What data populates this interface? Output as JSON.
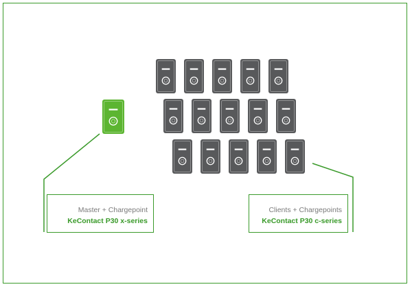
{
  "colors": {
    "frame": "#3a9a2a",
    "master_fill": "#5cb531",
    "client_fill": "#58595b",
    "accent_text": "#3a9a2a",
    "label_text": "#7a7a7a"
  },
  "master": {
    "icon": "master-chargepoint-icon",
    "label_role": "Master + Chargepoint",
    "label_model": "KeContact P30 x-series"
  },
  "clients": {
    "icon": "client-chargepoint-icon",
    "label_role": "Clients + Chargepoints",
    "label_model": "KeContact P30 c-series",
    "rows": [
      5,
      5,
      5
    ]
  }
}
